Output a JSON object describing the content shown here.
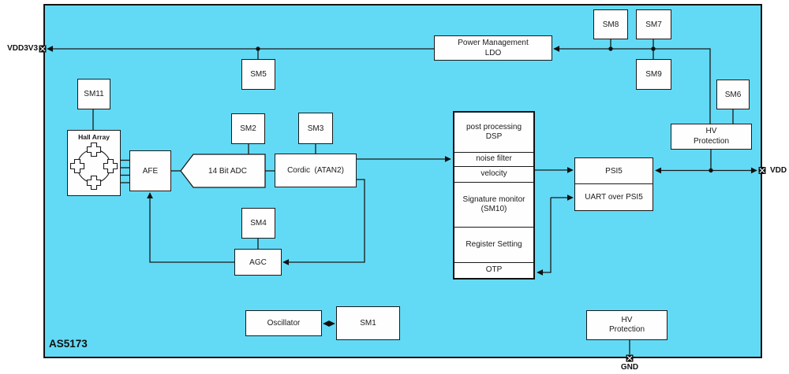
{
  "chip_label": "AS5173",
  "pins": {
    "vdd3v3": "VDD3V3",
    "vdd": "VDD",
    "gnd": "GND"
  },
  "blocks": {
    "sm11": "SM11",
    "hall_array": "Hall Array",
    "afe": "AFE",
    "adc": "14 Bit ADC",
    "cordic": "Cordic  (ATAN2)",
    "sm2": "SM2",
    "sm3": "SM3",
    "sm4": "SM4",
    "sm5": "SM5",
    "power_ldo": "Power Management\nLDO",
    "sm8": "SM8",
    "sm7": "SM7",
    "sm9": "SM9",
    "sm6": "SM6",
    "hv_protection_top": "HV\nProtection",
    "agc": "AGC",
    "oscillator": "Oscillator",
    "sm1": "SM1",
    "psi5": "PSI5",
    "uart_over_psi5": "UART over PSI5",
    "hv_protection_bottom": "HV\nProtection"
  },
  "dsp_rows": [
    "post processing\nDSP",
    "noise filter",
    "velocity",
    "Signature monitor\n(SM10)",
    "Register Setting",
    "OTP"
  ],
  "colors": {
    "background": "#63DAF5",
    "box_fill": "#FEFEFE",
    "line": "#1A1A1A"
  }
}
